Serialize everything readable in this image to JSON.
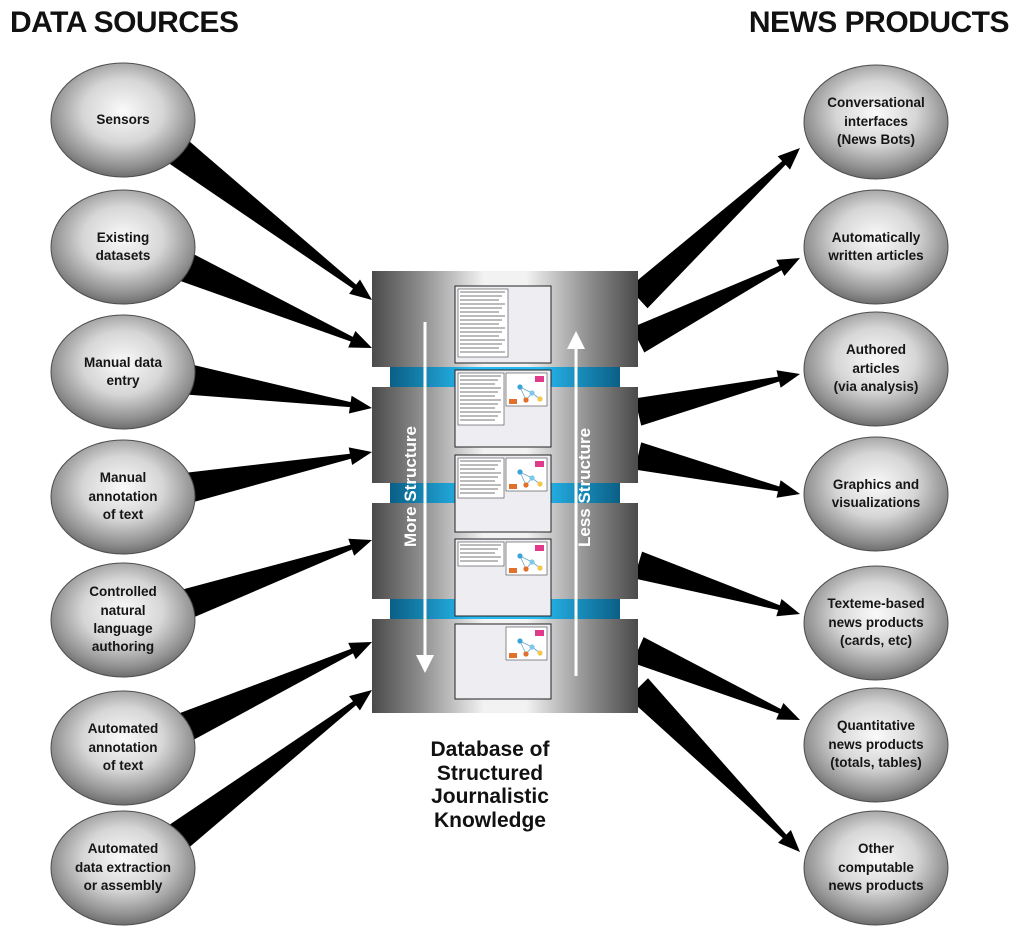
{
  "headings": {
    "left": "DATA SOURCES",
    "right": "NEWS PRODUCTS"
  },
  "sources": [
    {
      "label": "Sensors"
    },
    {
      "label": "Existing\ndatasets"
    },
    {
      "label": "Manual data\nentry"
    },
    {
      "label": "Manual\nannotation\nof text"
    },
    {
      "label": "Controlled\nnatural\nlanguage\nauthoring"
    },
    {
      "label": "Automated\nannotation\nof text"
    },
    {
      "label": "Automated\ndata extraction\nor assembly"
    }
  ],
  "products": [
    {
      "label": "Conversational\ninterfaces\n(News Bots)"
    },
    {
      "label": "Automatically\nwritten articles"
    },
    {
      "label": "Authored\narticles\n(via analysis)"
    },
    {
      "label": "Graphics and\nvisualizations"
    },
    {
      "label": "Texteme-based\nnews products\n(cards, etc)"
    },
    {
      "label": "Quantitative\nnews products\n(totals, tables)"
    },
    {
      "label": "Other\ncomputable\nnews products"
    }
  ],
  "database": {
    "caption": "Database of\nStructured\nJournalistic\nKnowledge",
    "left_arrow_label": "More Structure",
    "right_arrow_label": "Less Structure"
  },
  "colors": {
    "arrow": "#000000",
    "accent_blue": "#1aa6e0",
    "ellipse_light": "#f4f4f4",
    "ellipse_dark": "#6e6e6e"
  }
}
